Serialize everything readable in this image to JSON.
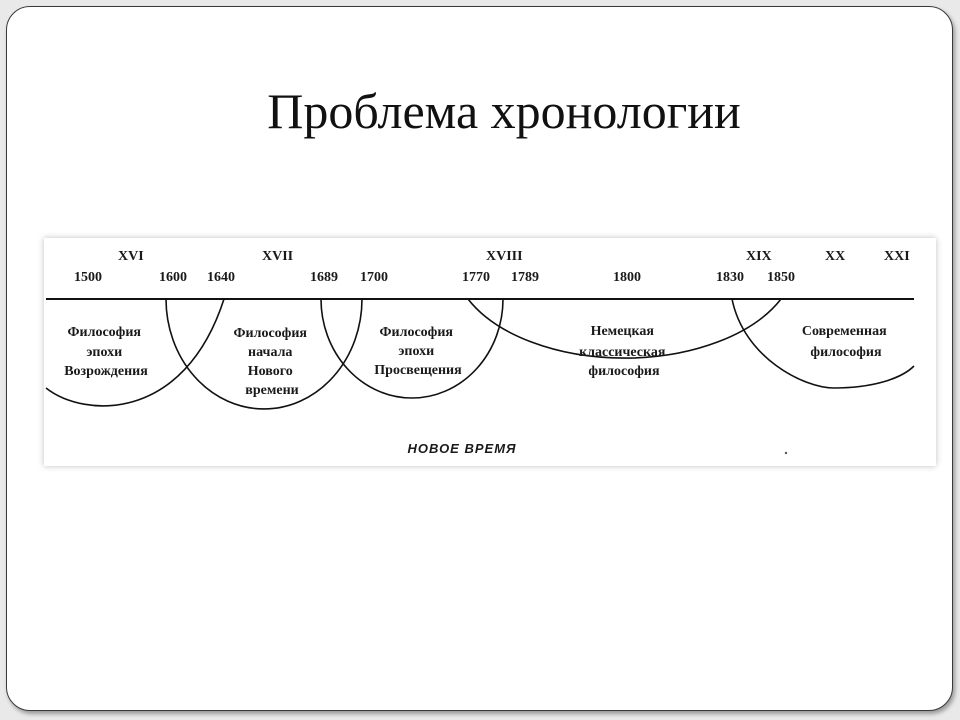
{
  "slide": {
    "title": "Проблема хронологии"
  },
  "diagram": {
    "centuries": [
      {
        "id": "c16",
        "label": "XVI"
      },
      {
        "id": "c17",
        "label": "XVII"
      },
      {
        "id": "c18",
        "label": "XVIII"
      },
      {
        "id": "c19",
        "label": "XIX"
      },
      {
        "id": "c20",
        "label": "XX"
      },
      {
        "id": "c21",
        "label": "XXI"
      }
    ],
    "years": [
      "1500",
      "1600",
      "1640",
      "1689",
      "1700",
      "1770",
      "1789",
      "1800",
      "1830",
      "1850"
    ],
    "periods": [
      {
        "lines": [
          "Философия",
          "эпохи",
          "Возрождения"
        ]
      },
      {
        "lines": [
          "Философия",
          "начала",
          "Нового",
          "времени"
        ]
      },
      {
        "lines": [
          "Философия",
          "эпохи",
          "Просвещения"
        ]
      },
      {
        "lines": [
          "Немецкая",
          "классическая",
          "философия"
        ]
      },
      {
        "lines": [
          "Современная",
          "философия"
        ]
      }
    ],
    "bottom_label": "НОВОЕ ВРЕМЯ"
  }
}
